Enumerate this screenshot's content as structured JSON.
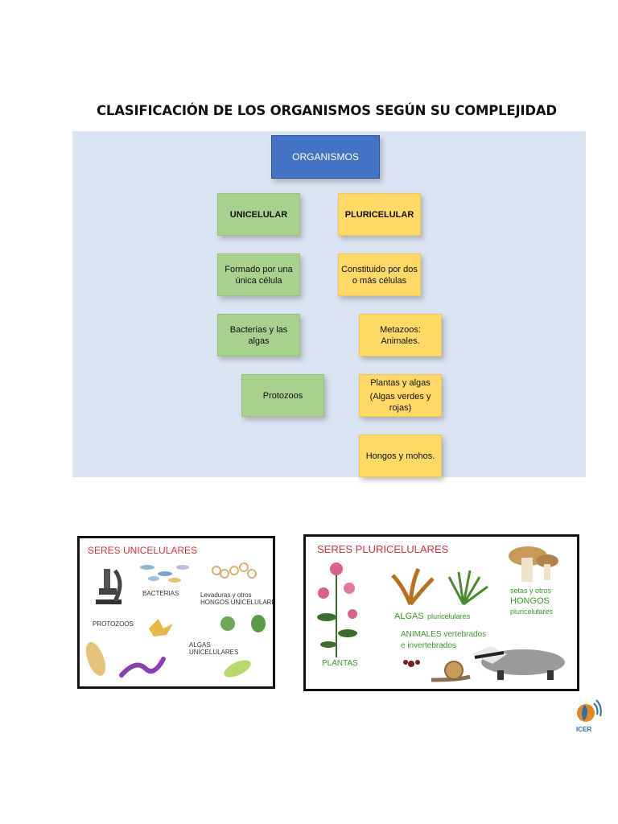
{
  "title": "CLASIFICACIÓN DE LOS ORGANISMOS SEGÚN SU COMPLEJIDAD",
  "diagram": {
    "root": "ORGANISMOS",
    "unicelular": {
      "heading": "UNICELULAR",
      "definition": "Formado por una única célula",
      "examples": [
        "Bacterias y las algas",
        "Protozoos"
      ]
    },
    "pluricelular": {
      "heading": "PLURICELULAR",
      "definition": "Constituido por dos o más células",
      "examples": [
        "Metazoos: Animales.",
        "Plantas y algas",
        "(Algas verdes y rojas)",
        "Hongos y mohos."
      ]
    }
  },
  "images": {
    "unicelulares": {
      "title": "SERES UNICELULARES",
      "bacterias": "BACTERIAS",
      "levaduras_1": "Levaduras y otros",
      "levaduras_2": "HONGOS UNICELULARES",
      "protozoos": "PROTOZOOS",
      "algas_1": "ALGAS",
      "algas_2": "UNICELULARES"
    },
    "pluricelulares": {
      "title": "SERES PLURICELULARES",
      "setas_1": "setas y otros",
      "setas_2": "HONGOS",
      "setas_3": "pluricelulares",
      "algas_1": "ALGAS",
      "algas_2": "pluricelulares",
      "animales_1": "ANIMALES vertebrados",
      "animales_2": "e invertebrados",
      "plantas": "PLANTAS"
    }
  },
  "logo": {
    "text": "ICER"
  },
  "colors": {
    "blue": "#4472c4",
    "green": "#a9d18e",
    "yellow": "#ffd966",
    "panel": "#dbe4f2",
    "label_red": "#d4303a",
    "label_green": "#3a9a2a"
  }
}
